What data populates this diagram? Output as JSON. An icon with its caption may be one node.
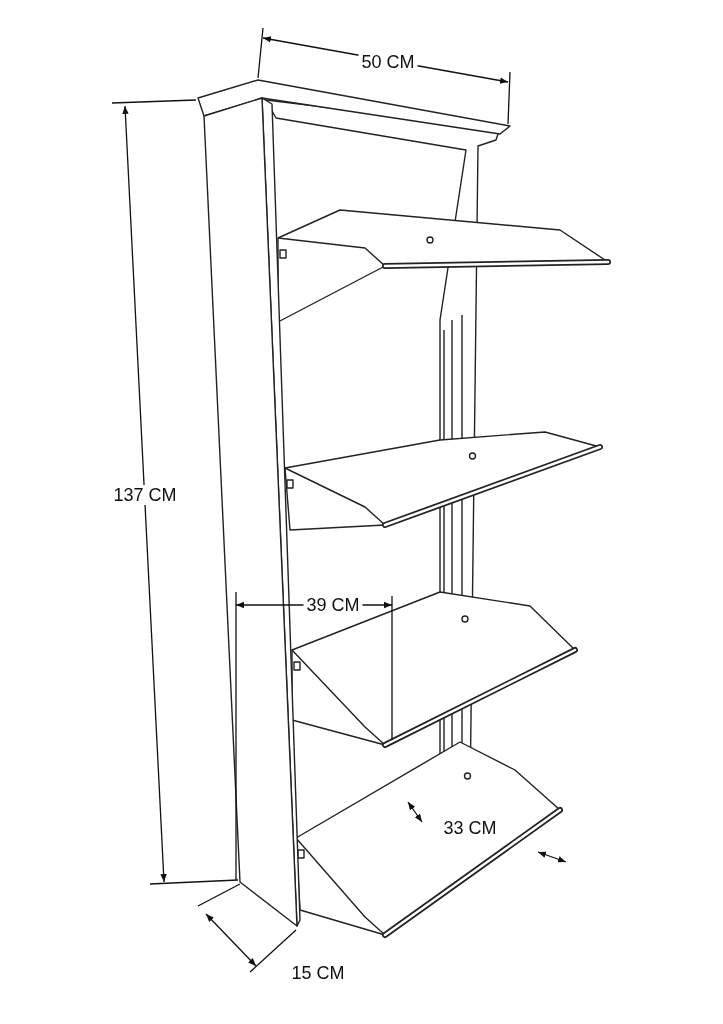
{
  "diagram": {
    "labels": [
      "50 CM",
      "137 CM",
      "39 CM",
      "33 CM",
      "15 CM"
    ]
  }
}
